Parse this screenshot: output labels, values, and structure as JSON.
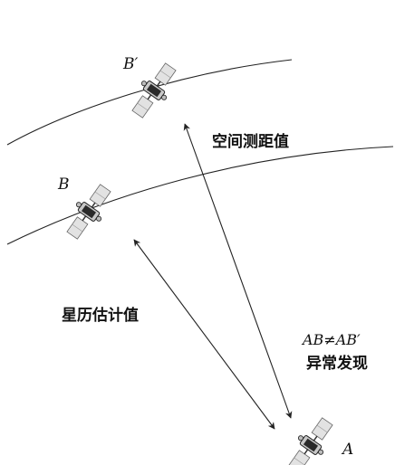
{
  "labels": {
    "satellite_b_prime": "B′",
    "satellite_b": "B",
    "satellite_a": "A",
    "space_range_value": "空间测距值",
    "ephemeris_estimate": "星历估计值",
    "inequality": "AB≠AB′",
    "anomaly_detection": "异常发现"
  },
  "colors": {
    "stroke": "#222222",
    "panel_light": "#e2e2e2",
    "panel_mid": "#c8c8c8",
    "body_dark": "#2a2a2a",
    "text": "#111111"
  },
  "icons": {
    "satellite": "satellite-icon"
  }
}
